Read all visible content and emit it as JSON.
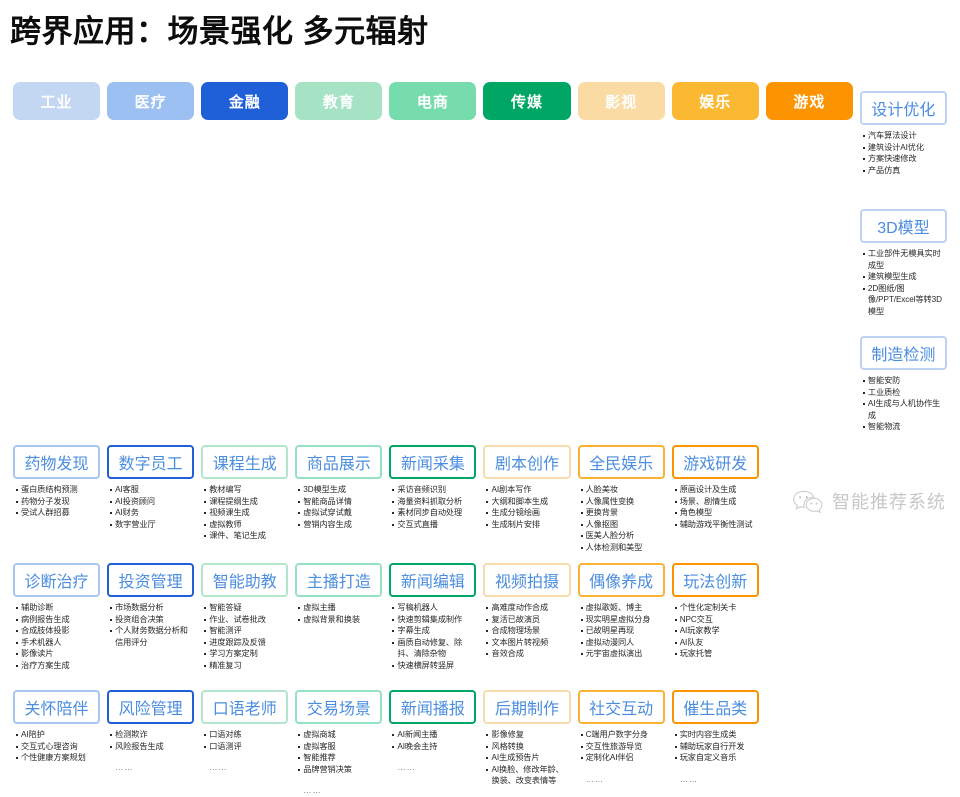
{
  "title": "跨界应用：场景强化  多元辐射",
  "watermark": {
    "icon": "wechat-icon",
    "text": "智能推荐系统"
  },
  "colors": {
    "industry": "#c3d7f2",
    "medical": "#9dc0f2",
    "finance": "#1f5fd8",
    "education": "#a5e3c4",
    "ecommerce": "#76dcae",
    "media": "#00a663",
    "film": "#fadba4",
    "entertainment": "#fbb833",
    "game": "#fb9400",
    "title_text": "#4b8ddf",
    "body_text": "#2a2a2a"
  },
  "columns": [
    {
      "key": "industry",
      "header": "工业",
      "header_bg": "#c3d7f2",
      "border": "#bcd2ef",
      "cards": [
        {
          "title": "设计优化",
          "items": [
            "汽车算法设计",
            "建筑设计AI优化",
            "方案快速修改",
            "产品仿真"
          ]
        },
        {
          "title": "3D模型",
          "items": [
            "工业部件无模具实时成型",
            "建筑模型生成",
            "2D图纸/图像/PPT/Excel等转3D模型"
          ]
        },
        {
          "title": "制造检测",
          "items": [
            "智能安防",
            "工业质检",
            "AI生成与人机协作生成",
            "智能物流"
          ]
        }
      ]
    },
    {
      "key": "medical",
      "header": "医疗",
      "header_bg": "#9dc0f2",
      "border": "#a8c6ef",
      "cards": [
        {
          "title": "药物发现",
          "items": [
            "蛋白质结构预测",
            "药物分子发现",
            "受试人群招募"
          ]
        },
        {
          "title": "诊断治疗",
          "items": [
            "辅助诊断",
            "病例报告生成",
            "合成肢体投影",
            "手术机器人",
            "影像读片",
            "治疗方案生成"
          ]
        },
        {
          "title": "关怀陪伴",
          "items": [
            "AI陪护",
            "交互式心理咨询",
            "个性健康方案规划"
          ]
        }
      ]
    },
    {
      "key": "finance",
      "header": "金融",
      "header_bg": "#1f5fd8",
      "border": "#1f5fd8",
      "cards": [
        {
          "title": "数字员工",
          "items": [
            "AI客服",
            "AI投资顾问",
            "AI财务",
            "数字营业厅"
          ]
        },
        {
          "title": "投资管理",
          "items": [
            "市场数据分析",
            "投资组合决策",
            "个人财务数据分析和信用评分"
          ]
        },
        {
          "title": "风险管理",
          "items": [
            "检测欺诈",
            "风险报告生成"
          ],
          "ellipsis": "……"
        }
      ]
    },
    {
      "key": "education",
      "header": "教育",
      "header_bg": "#a5e3c4",
      "border": "#b3e6cc",
      "cards": [
        {
          "title": "课程生成",
          "items": [
            "教材编写",
            "课程提纲生成",
            "视频课生成",
            "虚拟教师",
            "课件、笔记生成"
          ]
        },
        {
          "title": "智能助教",
          "items": [
            "智能答疑",
            "作业、试卷批改",
            "智能测评",
            "进度跟踪及反馈",
            "学习方案定制",
            "精准复习"
          ]
        },
        {
          "title": "口语老师",
          "items": [
            "口语对练",
            "口语测评"
          ],
          "ellipsis": "……"
        }
      ]
    },
    {
      "key": "ecommerce",
      "header": "电商",
      "header_bg": "#76dcae",
      "border": "#93e2c1",
      "cards": [
        {
          "title": "商品展示",
          "items": [
            "3D模型生成",
            "智能商品详情",
            "虚拟试穿试戴",
            "营销内容生成"
          ]
        },
        {
          "title": "主播打造",
          "items": [
            "虚拟主播",
            "虚拟背景和换装"
          ]
        },
        {
          "title": "交易场景",
          "items": [
            "虚拟商城",
            "虚拟客服",
            "智能推荐",
            "品牌营销决策"
          ],
          "ellipsis": "……"
        }
      ]
    },
    {
      "key": "media",
      "header": "传媒",
      "header_bg": "#00a663",
      "border": "#00a663",
      "cards": [
        {
          "title": "新闻采集",
          "items": [
            "采访音频识别",
            "海量资料抓取分析",
            "素材同步自动处理",
            "交互式直播"
          ]
        },
        {
          "title": "新闻编辑",
          "items": [
            "写稿机器人",
            "快速剪辑集成制作",
            "字幕生成",
            "画质自动修复、除抖、清除杂物",
            "快速横屏转竖屏"
          ]
        },
        {
          "title": "新闻播报",
          "items": [
            "AI新闻主播",
            "AI晚会主持"
          ],
          "ellipsis": "……"
        }
      ]
    },
    {
      "key": "film",
      "header": "影视",
      "header_bg": "#fadba4",
      "border": "#f7dcae",
      "cards": [
        {
          "title": "剧本创作",
          "items": [
            "AI剧本写作",
            "大纲和脚本生成",
            "生成分镜绘画",
            "生成制片安排"
          ]
        },
        {
          "title": "视频拍摄",
          "items": [
            "高难度动作合成",
            "复活已故演员",
            "合成物理场景",
            "文本图片转视频",
            "音效合成"
          ]
        },
        {
          "title": "后期制作",
          "items": [
            "影像修复",
            "风格转换",
            "AI生成预告片",
            "AI换脸、修改年龄、换装、改变表情等"
          ]
        }
      ]
    },
    {
      "key": "entertainment",
      "header": "娱乐",
      "header_bg": "#fbb833",
      "border": "#f9b233",
      "cards": [
        {
          "title": "全民娱乐",
          "items": [
            "人脸美妆",
            "人像属性变换",
            "更换背景",
            "人像抠图",
            "医美人脸分析",
            "人体检测和美型"
          ]
        },
        {
          "title": "偶像养成",
          "items": [
            "虚拟歌姬、博主",
            "现实明星虚拟分身",
            "已故明星再现",
            "虚拟动漫同人",
            "元宇宙虚拟演出"
          ]
        },
        {
          "title": "社交互动",
          "items": [
            "C端用户数字分身",
            "交互性旅游导览",
            "定制化AI伴侣"
          ],
          "ellipsis": "……"
        }
      ]
    },
    {
      "key": "game",
      "header": "游戏",
      "header_bg": "#fb9400",
      "border": "#fb9400",
      "cards": [
        {
          "title": "游戏研发",
          "items": [
            "原画设计及生成",
            "场景、剧情生成",
            "角色模型",
            "辅助游戏平衡性测试"
          ]
        },
        {
          "title": "玩法创新",
          "items": [
            "个性化定制关卡",
            "NPC交互",
            "AI玩家教学",
            "AI队友",
            "玩家托管"
          ]
        },
        {
          "title": "催生品类",
          "items": [
            "实时内容生成类",
            "辅助玩家自行开发",
            "玩家自定义音乐"
          ],
          "ellipsis": "……"
        }
      ]
    }
  ]
}
